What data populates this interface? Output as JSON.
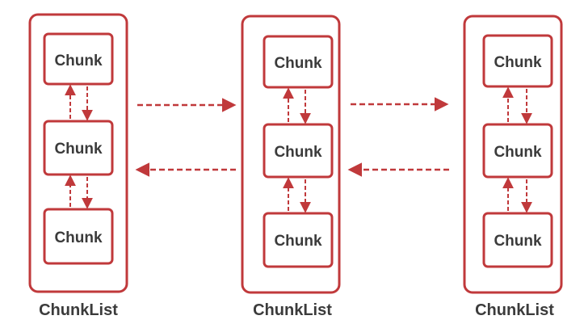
{
  "colors": {
    "accent": "#c0393b",
    "text": "#3b3b3b",
    "background": "#ffffff"
  },
  "chunk_lists": [
    {
      "label": "ChunkList",
      "chunks": [
        "Chunk",
        "Chunk",
        "Chunk"
      ]
    },
    {
      "label": "ChunkList",
      "chunks": [
        "Chunk",
        "Chunk",
        "Chunk"
      ]
    },
    {
      "label": "ChunkList",
      "chunks": [
        "Chunk",
        "Chunk",
        "Chunk"
      ]
    }
  ]
}
